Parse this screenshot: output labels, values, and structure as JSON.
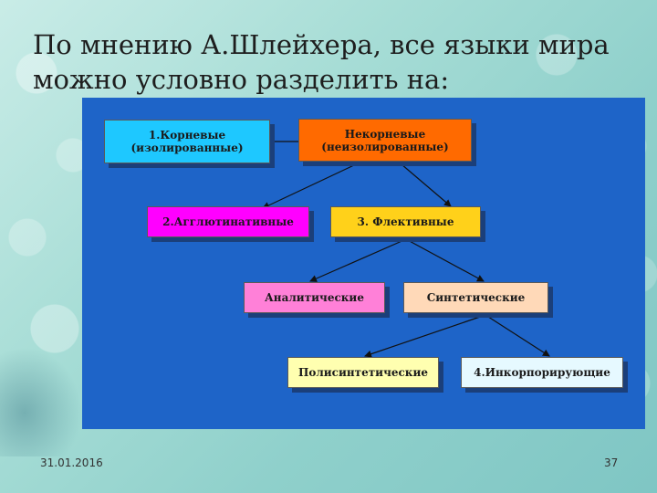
{
  "slide": {
    "title_line1": "По мнению А.Шлейхера, все языки мира",
    "title_line2": "можно условно разделить на:",
    "date": "31.01.2016",
    "page_number": "37"
  },
  "diagram": {
    "nodes": {
      "root": {
        "line1": "1.Корневые",
        "line2": "(изолированные)",
        "color": "#1ec8ff"
      },
      "nonroot": {
        "line1": "Некорневые",
        "line2": "(неизолированные)",
        "color": "#ff6a00"
      },
      "agglutinative": {
        "line1": "2.Агглютинативные",
        "color": "#ff00ff"
      },
      "inflective": {
        "line1": "3. Флективные",
        "color": "#ffd11a"
      },
      "analytic": {
        "line1": "Аналитические",
        "color": "#ff80d8"
      },
      "synthetic": {
        "line1": "Синтетические",
        "color": "#ffd9b8"
      },
      "polysynthetic": {
        "line1": "Полисинтетические",
        "color": "#ffffb0"
      },
      "incorporating": {
        "line1": "4.Инкорпорирующие",
        "color": "#e6f9ff"
      }
    },
    "panel_color": "#1e64c8"
  }
}
